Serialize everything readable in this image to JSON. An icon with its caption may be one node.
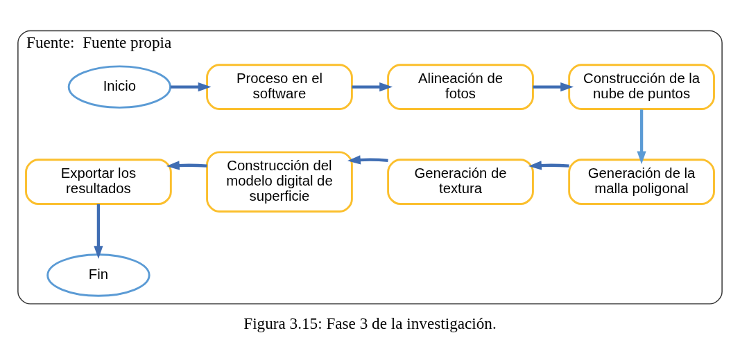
{
  "diagram": {
    "caption": "Figura 3.15: Fase 3 de la investigación.",
    "nodes": [
      {
        "text": [
          "Fuente:",
          "Fuente propia"
        ]
      },
      {
        "text": [
          "Inicio"
        ],
        "in": 0
      },
      {
        "text": [
          "Proceso en el software"
        ],
        "in": 0
      },
      {
        "text": [
          "Alineación de fotos"
        ],
        "in": 0
      },
      {
        "text": [
          "Construcción de la nube de puntos"
        ],
        "in": 0
      },
      {
        "text": [
          "Generación de la malla poligonal"
        ],
        "in": 0
      },
      {
        "text": [
          "Generación de textura"
        ],
        "in": 0
      },
      {
        "text": [
          "Construcción del modelo digital de superficie"
        ],
        "in": 0
      },
      {
        "text": [
          "Exportar los resultados"
        ],
        "in": 0
      },
      {
        "text": [
          "Fin"
        ],
        "in": 0
      }
    ],
    "edges": [
      {
        "from": 1,
        "to": 2,
        "arrow": "to"
      },
      {
        "from": 2,
        "to": 3,
        "arrow": "to"
      },
      {
        "from": 3,
        "to": 4,
        "arrow": "to"
      },
      {
        "from": 4,
        "to": 5,
        "arrow": "to",
        "color": "#5b9bd5"
      },
      {
        "from": 5,
        "to": 6,
        "arrow": "to"
      },
      {
        "from": 6,
        "to": 7,
        "arrow": "to"
      },
      {
        "from": 7,
        "to": 8,
        "arrow": "to"
      },
      {
        "from": 8,
        "to": 9,
        "arrow": "to"
      }
    ]
  }
}
